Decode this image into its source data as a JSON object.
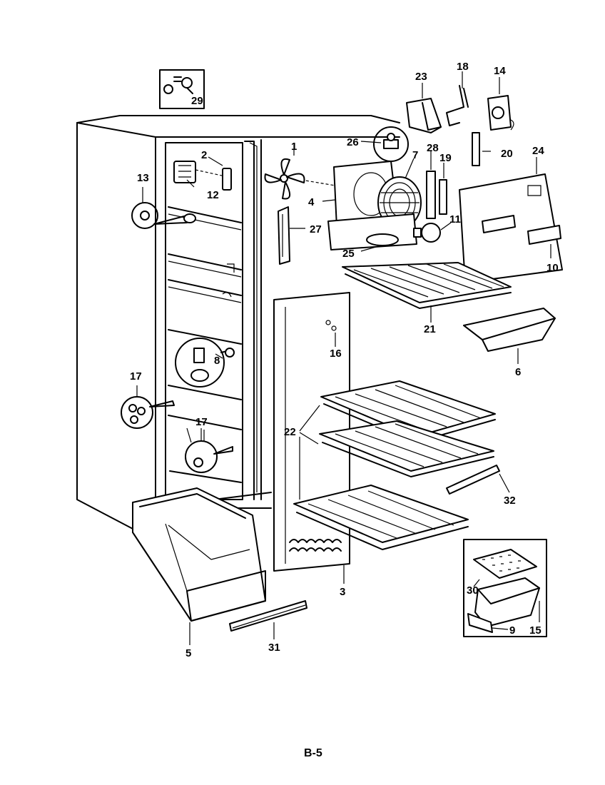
{
  "page_label": "B-5",
  "callouts": {
    "c29": "29",
    "c23": "23",
    "c18": "18",
    "c14": "14",
    "c26": "26",
    "c28": "28",
    "c19": "19",
    "c20": "20",
    "c24": "24",
    "c1": "1",
    "c7": "7",
    "c2": "2",
    "c12": "12",
    "c13": "13",
    "c4": "4",
    "c27": "27",
    "c11": "11",
    "c25": "25",
    "c10": "10",
    "c21": "21",
    "c16": "16",
    "c6": "6",
    "c8": "8",
    "c17a": "17",
    "c17b": "17",
    "c22": "22",
    "c32": "32",
    "c3": "3",
    "c30": "30",
    "c9": "9",
    "c15": "15",
    "c5": "5",
    "c31": "31"
  }
}
